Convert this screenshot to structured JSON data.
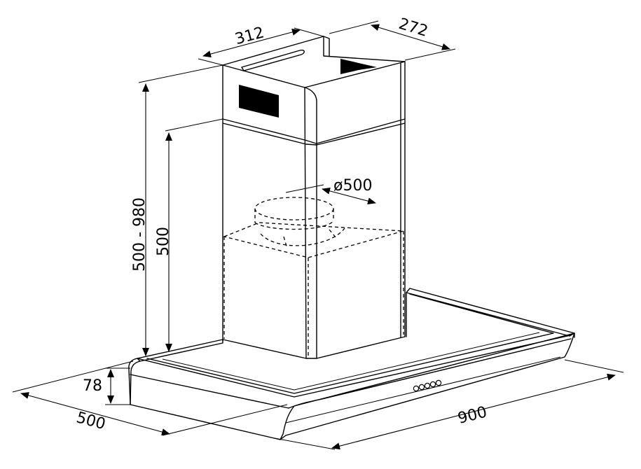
{
  "dimensions": {
    "chimney_width": "312",
    "chimney_depth": "272",
    "total_height": "500 - 980",
    "chimney_height": "500",
    "duct_diameter": "ø500",
    "canopy_thickness": "78",
    "hood_depth": "500",
    "hood_width": "900"
  }
}
